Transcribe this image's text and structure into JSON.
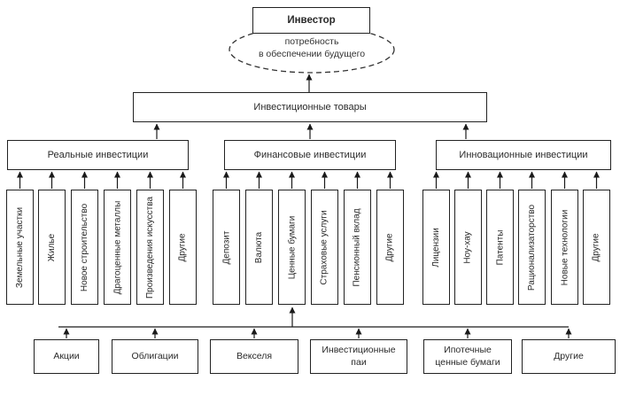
{
  "investor": {
    "label": "Инвестор"
  },
  "need": {
    "line1": "потребность",
    "line2": "в обеспечении будущего"
  },
  "goods": {
    "label": "Инвестиционные товары"
  },
  "groups": [
    {
      "label": "Реальные инвестиции",
      "columns": [
        "Земельные участки",
        "Жилье",
        "Новое строительство",
        "Драгоценные металлы",
        "Произведения искусства",
        "Другие"
      ]
    },
    {
      "label": "Финансовые инвестиции",
      "columns": [
        "Депозит",
        "Валюта",
        "Ценные бумаги",
        "Страховые услуги",
        "Пенсионный вклад",
        "Другие"
      ]
    },
    {
      "label": "Инновационные инвестиции",
      "columns": [
        "Лицензии",
        "Ноу-хау",
        "Патенты",
        "Рационализаторство",
        "Новые технологии",
        "Другие"
      ]
    }
  ],
  "securities": [
    "Акции",
    "Облигации",
    "Векселя",
    "Инвестиционные паи",
    "Ипотечные ценные бумаги",
    "Другие"
  ],
  "colors": {
    "line": "#1a1a1a",
    "border": "#222222",
    "background": "#ffffff"
  }
}
